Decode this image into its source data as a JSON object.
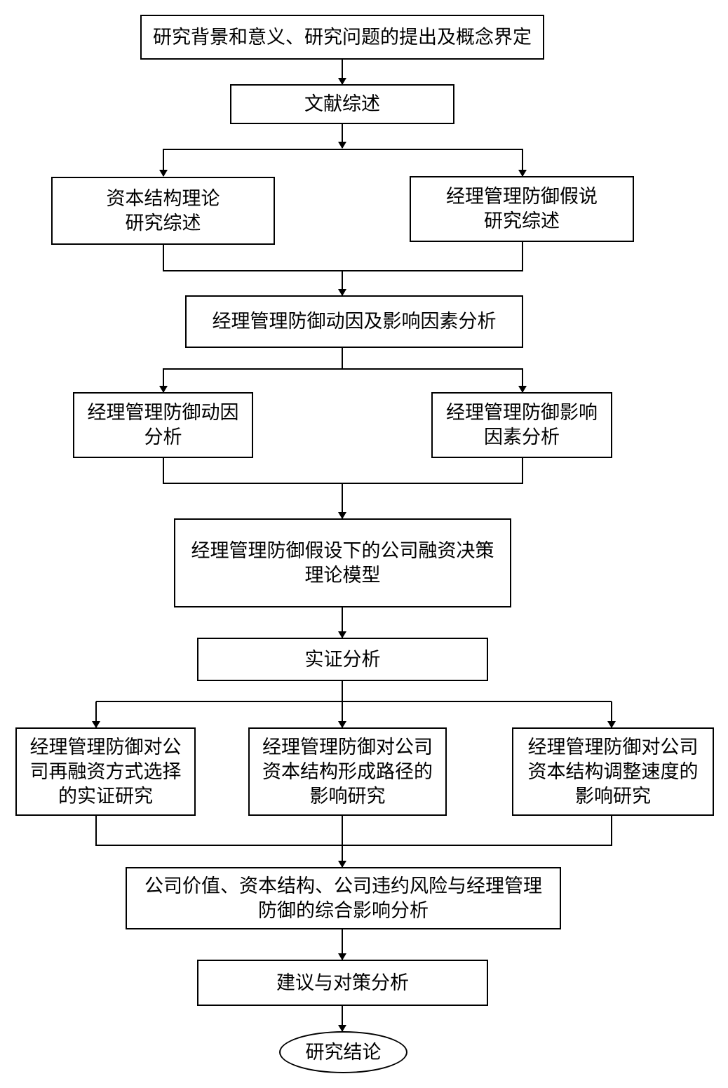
{
  "nodes": [
    {
      "id": "background",
      "text": "研究背景和意义、研究问题的提出及概念界定"
    },
    {
      "id": "literature",
      "text": "文献综述"
    },
    {
      "id": "capital-structure-review",
      "text": "资本结构理论\n研究综述"
    },
    {
      "id": "entrenchment-review",
      "text": "经理管理防御假说\n研究综述"
    },
    {
      "id": "motive-factors",
      "text": "经理管理防御动因及影响因素分析"
    },
    {
      "id": "motive",
      "text": "经理管理防御动因\n分析"
    },
    {
      "id": "factors",
      "text": "经理管理防御影响\n因素分析"
    },
    {
      "id": "model",
      "text": "经理管理防御假设下的公司融资决策\n理论模型"
    },
    {
      "id": "empirical",
      "text": "实证分析"
    },
    {
      "id": "refinancing",
      "text": "经理管理防御对公\n司再融资方式选择\n的实证研究"
    },
    {
      "id": "formation-path",
      "text": "经理管理防御对公司\n资本结构形成路径的\n影响研究"
    },
    {
      "id": "adjustment-speed",
      "text": "经理管理防御对公司\n资本结构调整速度的\n影响研究"
    },
    {
      "id": "comprehensive",
      "text": "公司价值、资本结构、公司违约风险与经理管理\n防御的综合影响分析"
    },
    {
      "id": "suggestions",
      "text": "建议与对策分析"
    },
    {
      "id": "conclusion",
      "text": "研究结论"
    }
  ]
}
